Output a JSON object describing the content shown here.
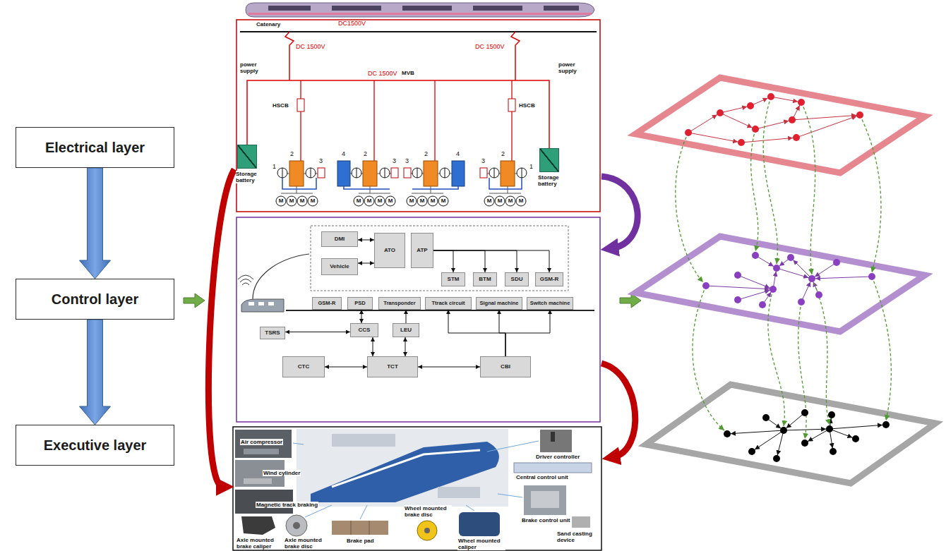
{
  "diagram": {
    "nodes": [
      {
        "text": [
          "Electrical layer"
        ]
      },
      {
        "text": [
          "Control layer"
        ]
      },
      {
        "text": [
          "Executive layer"
        ]
      },
      {
        "text": [
          "Storage battery"
        ]
      },
      {
        "text": [
          "Storage battery"
        ]
      },
      {
        "text": [
          "DMI"
        ]
      },
      {
        "text": [
          "Vehicle"
        ]
      },
      {
        "text": [
          "ATO"
        ]
      },
      {
        "text": [
          "ATP"
        ]
      },
      {
        "text": [
          "STM"
        ]
      },
      {
        "text": [
          "BTM"
        ]
      },
      {
        "text": [
          "SDU"
        ]
      },
      {
        "text": [
          "GSM-R"
        ]
      },
      {
        "text": [
          "GSM-R"
        ]
      },
      {
        "text": [
          "PSD"
        ]
      },
      {
        "text": [
          "Transponder"
        ]
      },
      {
        "text": [
          "Ttrack circuit"
        ]
      },
      {
        "text": [
          "Signal machine"
        ]
      },
      {
        "text": [
          "Switch machine"
        ]
      },
      {
        "text": [
          "TSRS"
        ]
      },
      {
        "text": [
          "CCS"
        ]
      },
      {
        "text": [
          "LEU"
        ]
      },
      {
        "text": [
          "CTC"
        ]
      },
      {
        "text": [
          "TCT"
        ]
      },
      {
        "text": [
          "CBI"
        ]
      }
    ],
    "edges": [
      {
        "from": 0,
        "to": 1,
        "arrow": "to"
      },
      {
        "from": 1,
        "to": 2,
        "arrow": "to"
      },
      {
        "from": 5,
        "to": 7,
        "arrow": "both"
      },
      {
        "from": 6,
        "to": 7,
        "arrow": "both"
      },
      {
        "from": 8,
        "to": 9,
        "arrow": "to"
      },
      {
        "from": 8,
        "to": 10,
        "arrow": "to"
      },
      {
        "from": 8,
        "to": 11,
        "arrow": "to"
      },
      {
        "from": 8,
        "to": 12,
        "arrow": "to"
      },
      {
        "from": 14,
        "to": 20,
        "arrow": "both"
      },
      {
        "from": 19,
        "to": 20,
        "arrow": "both"
      },
      {
        "from": 20,
        "to": 23,
        "arrow": "both"
      },
      {
        "from": 22,
        "to": 23,
        "arrow": "both"
      },
      {
        "from": 21,
        "to": 23,
        "arrow": "both"
      },
      {
        "from": 21,
        "to": 15,
        "arrow": "to"
      },
      {
        "from": 23,
        "to": 24,
        "arrow": "both"
      },
      {
        "from": 24,
        "to": 16,
        "arrow": "to"
      },
      {
        "from": 24,
        "to": 17,
        "arrow": "to"
      },
      {
        "from": 24,
        "to": 18,
        "arrow": "to"
      }
    ],
    "labels": [
      "Catenary",
      "DC1500V",
      "DC 1500V",
      "DC 1500V",
      "DC 1500V",
      "MVB",
      "power supply",
      "power supply",
      "HSCB",
      "HSCB",
      "1",
      "2",
      "3",
      "4",
      "2",
      "3",
      "3",
      "2",
      "4",
      "3",
      "2",
      "1",
      "M",
      "M",
      "M",
      "M",
      "M",
      "M",
      "M",
      "M",
      "M",
      "M",
      "M",
      "M",
      "M",
      "M",
      "M",
      "M",
      "Air compressor",
      "Wind cylinder",
      "Magnetic track braking",
      "Axle mounted brake caliper",
      "Axle mounted brake disc",
      "Brake pad",
      "Wheel mounted brake disc",
      "Wheel mounted caliper",
      "Driver controller",
      "Central control unit",
      "Brake control unit",
      "Sand casting device"
    ]
  }
}
